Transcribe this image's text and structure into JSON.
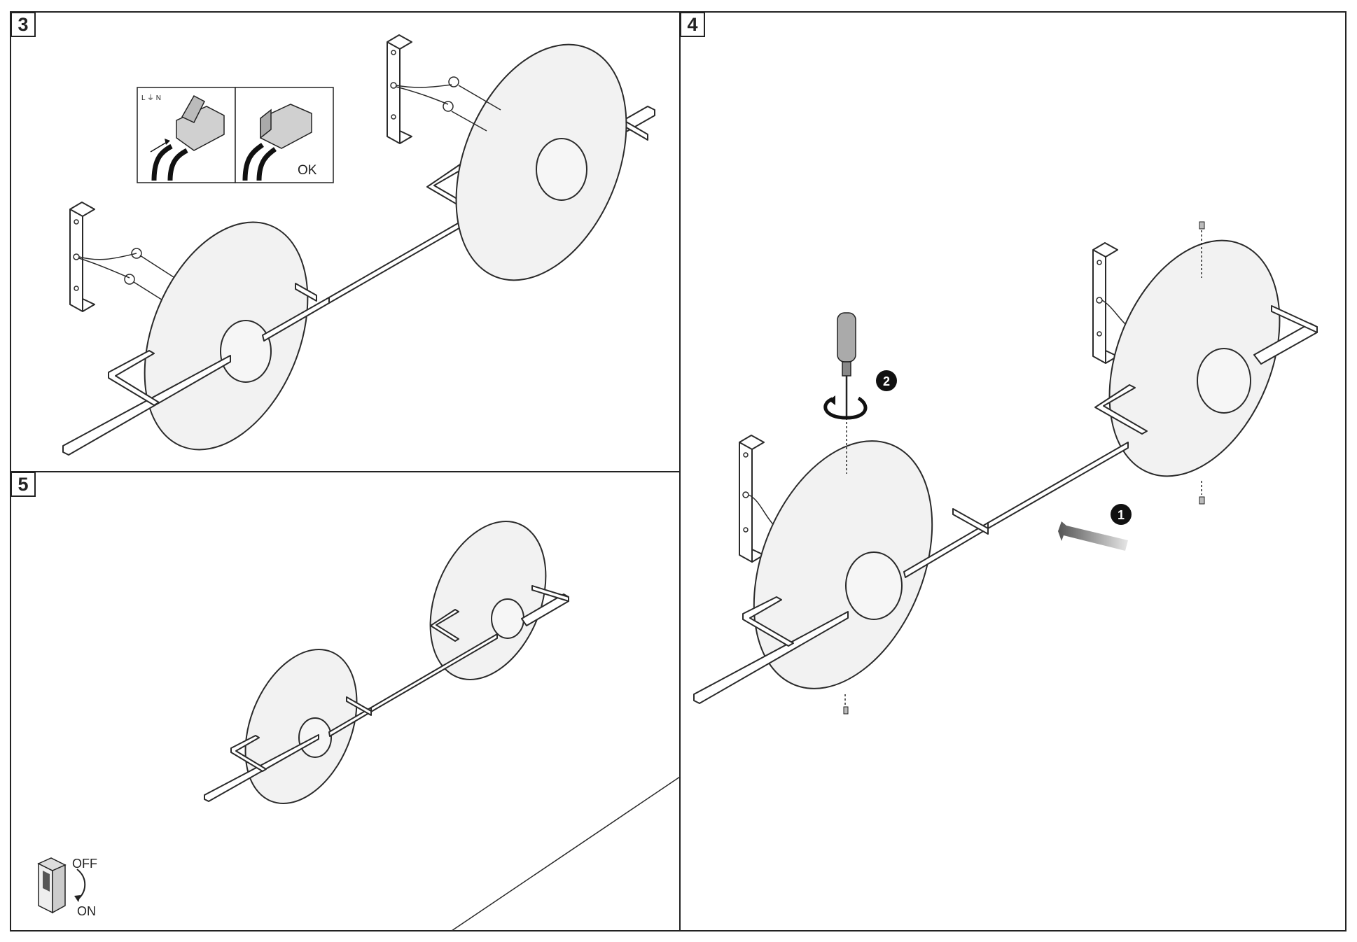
{
  "steps": {
    "step3": "3",
    "step4": "4",
    "step5": "5"
  },
  "connector": {
    "terminal_labels": "L ⏚ N",
    "ok_label": "OK"
  },
  "markers": {
    "marker1": "1",
    "marker2": "2"
  },
  "switch": {
    "off_label": "OFF",
    "on_label": "ON"
  },
  "colors": {
    "line": "#2a2a2a",
    "disk_fill": "#f2f2f2",
    "marker_fill": "#111111",
    "arrow_gray": "#8a8a8a"
  }
}
